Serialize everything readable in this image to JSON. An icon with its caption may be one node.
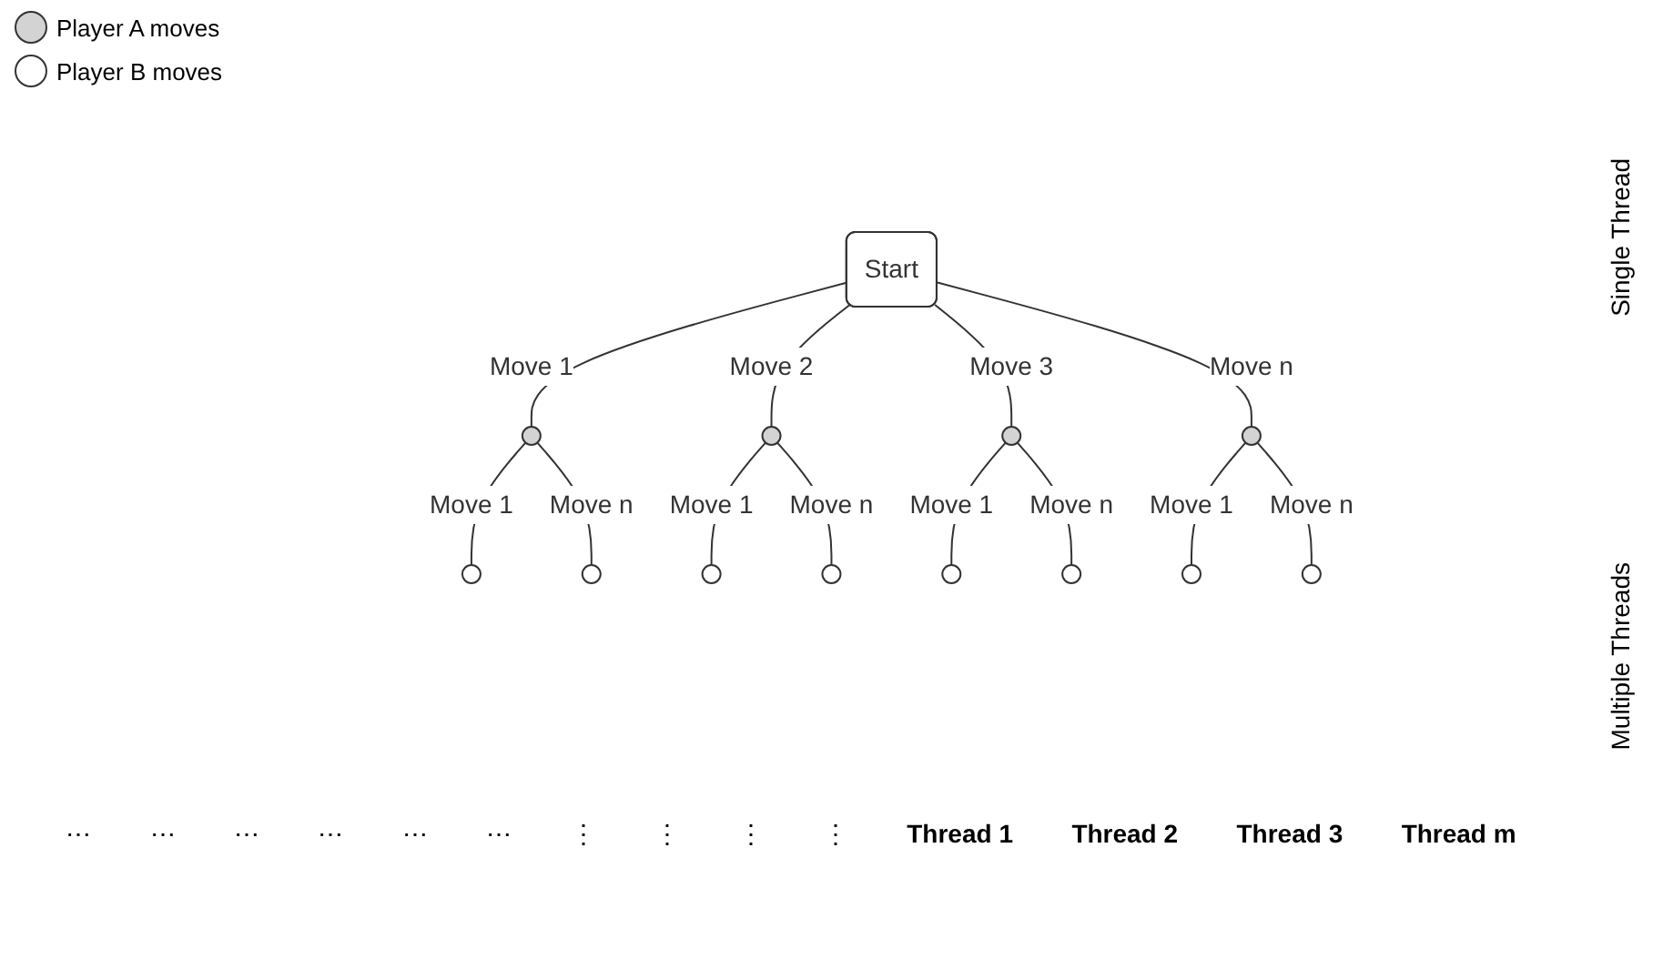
{
  "diagram": {
    "nodes": [
      {
        "text": [
          "Start"
        ]
      },
      {
        "text": [],
        "shape": "circle"
      },
      {
        "text": [],
        "shape": "circle"
      },
      {
        "text": [],
        "shape": "circle"
      },
      {
        "text": [],
        "shape": "circle"
      },
      {
        "text": [],
        "shape": "circle"
      },
      {
        "text": [],
        "shape": "circle"
      },
      {
        "text": [],
        "shape": "circle"
      },
      {
        "text": [],
        "shape": "circle"
      },
      {
        "text": [],
        "shape": "circle"
      },
      {
        "text": [],
        "shape": "circle"
      },
      {
        "text": [],
        "shape": "circle"
      },
      {
        "text": [],
        "shape": "circle"
      }
    ],
    "edges": [
      {
        "from": 0,
        "to": 1,
        "arrow": "none",
        "label": "Move 1"
      },
      {
        "from": 0,
        "to": 2,
        "arrow": "none",
        "label": "Move 2"
      },
      {
        "from": 0,
        "to": 3,
        "arrow": "none",
        "label": "Move 3"
      },
      {
        "from": 0,
        "to": 4,
        "arrow": "none",
        "label": "Move n"
      },
      {
        "from": 1,
        "to": 5,
        "arrow": "none",
        "label": "Move 1"
      },
      {
        "from": 1,
        "to": 6,
        "arrow": "none",
        "label": "Move n"
      },
      {
        "from": 2,
        "to": 7,
        "arrow": "none",
        "label": "Move 1"
      },
      {
        "from": 2,
        "to": 8,
        "arrow": "none",
        "label": "Move n"
      },
      {
        "from": 3,
        "to": 9,
        "arrow": "none",
        "label": "Move 1"
      },
      {
        "from": 3,
        "to": 10,
        "arrow": "none",
        "label": "Move n"
      },
      {
        "from": 4,
        "to": 11,
        "arrow": "none",
        "label": "Move 1"
      },
      {
        "from": 4,
        "to": 12,
        "arrow": "none",
        "label": "Move n"
      }
    ],
    "labels": [
      "⋯",
      "Single Thread",
      "⋯",
      "⋯",
      "⋯",
      "⋯",
      "⋯",
      "Multiple Threads",
      "⋮",
      "⋮",
      "⋮",
      "⋮",
      "Thread 1",
      "Thread 2",
      "Thread 3",
      "Thread m"
    ],
    "legend": [
      {
        "text": "Player A moves",
        "color": "#d3d3d3"
      },
      {
        "text": "Player B moves",
        "color": "#ffffff"
      }
    ]
  }
}
